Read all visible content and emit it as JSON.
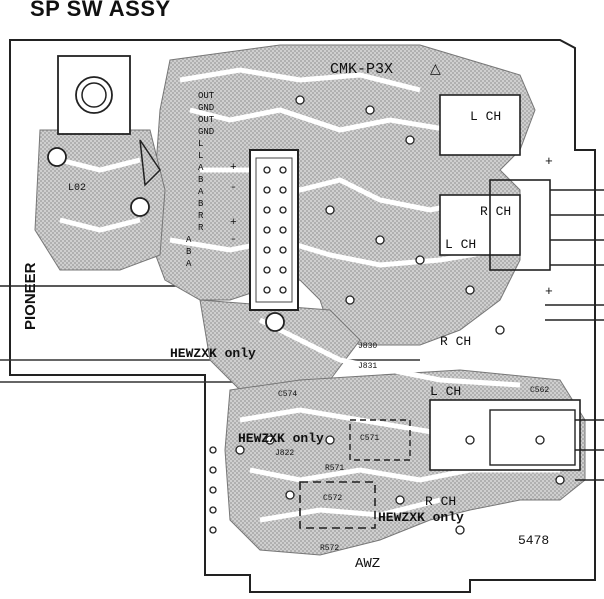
{
  "title": "SP SW ASSY",
  "board_code": "CMK-P3X",
  "brand": "PIONEER",
  "part_number": "5478",
  "region_code": "AWZ",
  "only_note": "HEWZXK only",
  "ch_labels": {
    "l_ch_top": "L CH",
    "l_ch_mid": "L CH",
    "r_ch_right": "R CH",
    "r_ch_mid": "R CH",
    "l_ch_lower": "L CH",
    "r_ch_bottom": "R CH"
  },
  "connector_pins": [
    "OUT",
    "GND",
    "OUT",
    "GND",
    "L",
    "L",
    "A",
    "B",
    "A",
    "B",
    "R",
    "R",
    "A",
    "B",
    "A"
  ],
  "pin_signs": [
    "+",
    "-",
    "+",
    "-"
  ],
  "component_refs": {
    "c574": "C574",
    "c571": "C571",
    "c572": "C572",
    "j822": "J822",
    "r571": "R571",
    "r572": "R572",
    "j830": "J830",
    "j831": "J831",
    "c562": "C562",
    "l02": "L02"
  },
  "colors": {
    "trace": "#b4b4b4",
    "ink": "#111111",
    "board": "#ffffff"
  }
}
